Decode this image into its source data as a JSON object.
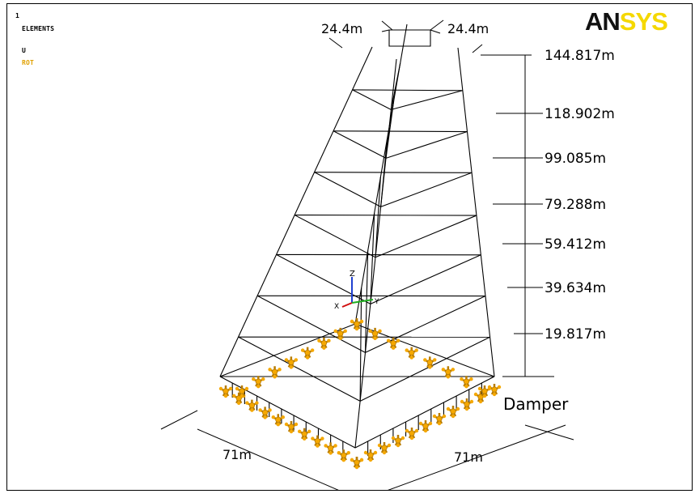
{
  "hud": {
    "window_number": "1",
    "plot_type": "ELEMENTS",
    "u_label": "U",
    "rot_label": "ROT"
  },
  "logo": {
    "part1": "AN",
    "part2": "SYS"
  },
  "triad": {
    "x": "X",
    "y": "Y",
    "z": "Z"
  },
  "dimensions": {
    "top_left": "24.4m",
    "top_right": "24.4m",
    "bottom_left": "71m",
    "bottom_right": "71m",
    "damper": "Damper"
  },
  "levels": [
    "144.817m",
    "118.902m",
    "99.085m",
    "79.288m",
    "59.412m",
    "39.634m",
    "19.817m"
  ],
  "colors": {
    "support": "#f5a800",
    "support_outline": "#b87c00",
    "logo_dark": "#111111",
    "logo_yellow": "#f5d800",
    "rot": "#e0a000",
    "axis_x": "#d01010",
    "axis_y": "#20b020",
    "axis_z": "#2040d0"
  }
}
